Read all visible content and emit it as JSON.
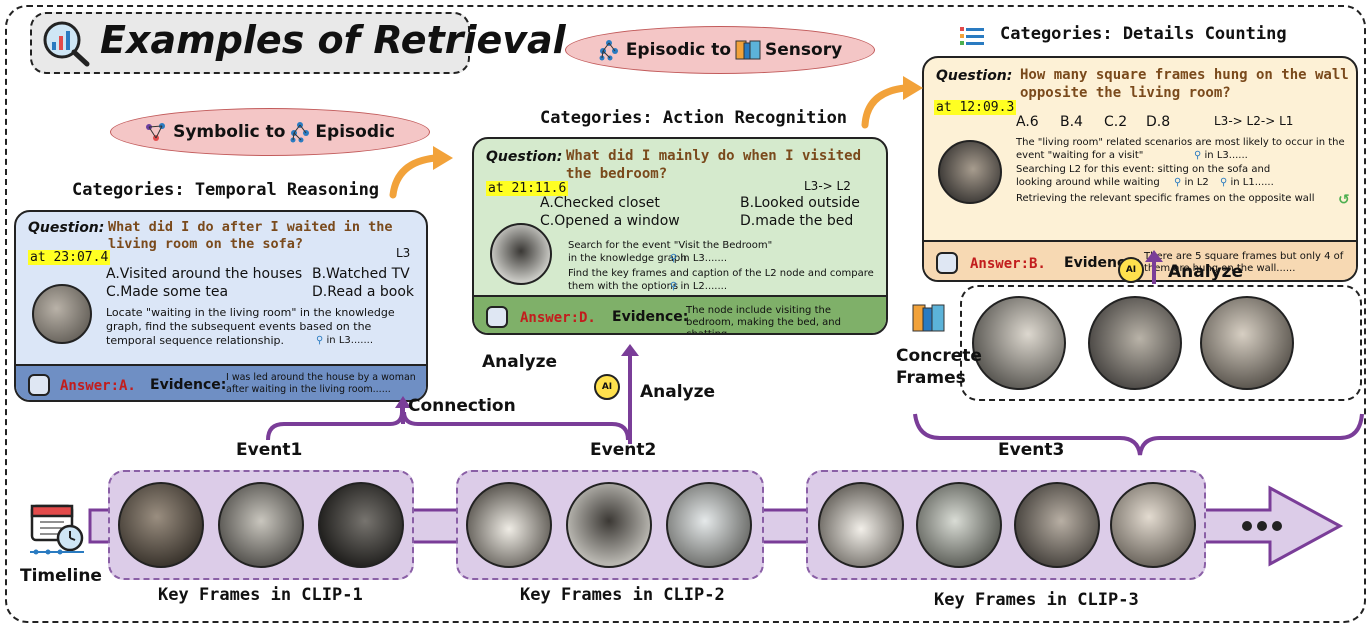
{
  "title": "Examples of Retrieval",
  "pills": {
    "symbolic": "Symbolic to",
    "symbolic_target": "Episodic",
    "episodic": "Episodic to",
    "episodic_target": "Sensory"
  },
  "cards": [
    {
      "category": "Categories: Temporal Reasoning",
      "question_label": "Question:",
      "question": "What did I do after I waited in the living room on the sofa?",
      "time": "at 23:07.4",
      "level": "L3",
      "options": [
        "A.Visited around the houses",
        "B.Watched TV",
        "C.Made some tea",
        "D.Read a book"
      ],
      "reasoning": [
        "Locate \"waiting in the living room\" in the knowledge graph, find the subsequent events based on the temporal sequence relationship."
      ],
      "search_tag": "in",
      "search_level": "L3.......",
      "answer": "Answer:A.",
      "evidence_label": "Evidence:",
      "evidence": "I was led around the house by a woman after waiting in the living room......"
    },
    {
      "category": "Categories: Action Recognition",
      "question_label": "Question:",
      "question": "What did I mainly do when I visited the bedroom?",
      "time": "at 21:11.6",
      "level": "L3->",
      "level2": "L2",
      "options": [
        "A.Checked closet",
        "B.Looked outside",
        "C.Opened a window",
        "D.made the bed"
      ],
      "reasoning": [
        "Search for the event \"Visit the Bedroom\" in the knowledge graph",
        "Find the key frames and caption of the L2 node and compare them with the options"
      ],
      "search_tag": "in",
      "search_level": "L3.......",
      "search_tag2": "in",
      "search_level2": "L2.......",
      "answer": "Answer:D.",
      "evidence_label": "Evidence:",
      "evidence": "The node include visiting the bedroom, making the bed, and chatting......"
    },
    {
      "category": "Categories: Details Counting",
      "question_label": "Question:",
      "question": "How many square frames hung on the wall opposite the living room?",
      "time": "at 12:09.3",
      "options": [
        "A.6",
        "B.4",
        "C.2",
        "D.8"
      ],
      "level": "L3->",
      "level2": "L2->",
      "level3": "L1",
      "reasoning": [
        "The \"living room\" related scenarios are most likely to occur in the event \"waiting for a visit\"",
        "Searching L2 for this event: sitting on the sofa and looking around while waiting",
        "Retrieving the relevant specific frames on the opposite wall"
      ],
      "search_tag": "in",
      "search_level": "L3......",
      "search_tag2": "in",
      "search_level2": "L2",
      "search_tag3": "in",
      "search_level3": "L1......",
      "answer": "Answer:B.",
      "evidence_label": "Evidence:",
      "evidence": "There are 5 square frames but only 4 of them are hung on the wall......"
    }
  ],
  "labels": {
    "analyze1": "Analyze",
    "analyze2": "Analyze",
    "analyze3": "Analyze",
    "ai": "AI",
    "connection": "Connection",
    "concrete_frames": "Concrete Frames",
    "event1": "Event1",
    "event2": "Event2",
    "event3": "Event3",
    "timeline": "Timeline",
    "clip1": "Key Frames in CLIP-1",
    "clip2": "Key Frames in CLIP-2",
    "clip3": "Key Frames in CLIP-3"
  },
  "colors": {
    "card1_bg": "#dbe6f7",
    "card1_footer": "#6f8fc4",
    "card2_bg": "#d5eacd",
    "card2_footer": "#7fb069",
    "card3_bg": "#fdf1d6",
    "card3_footer": "#f7d9b3",
    "purple": "#7a3d98",
    "orange": "#f2a23a",
    "highlight": "#ffff22"
  }
}
